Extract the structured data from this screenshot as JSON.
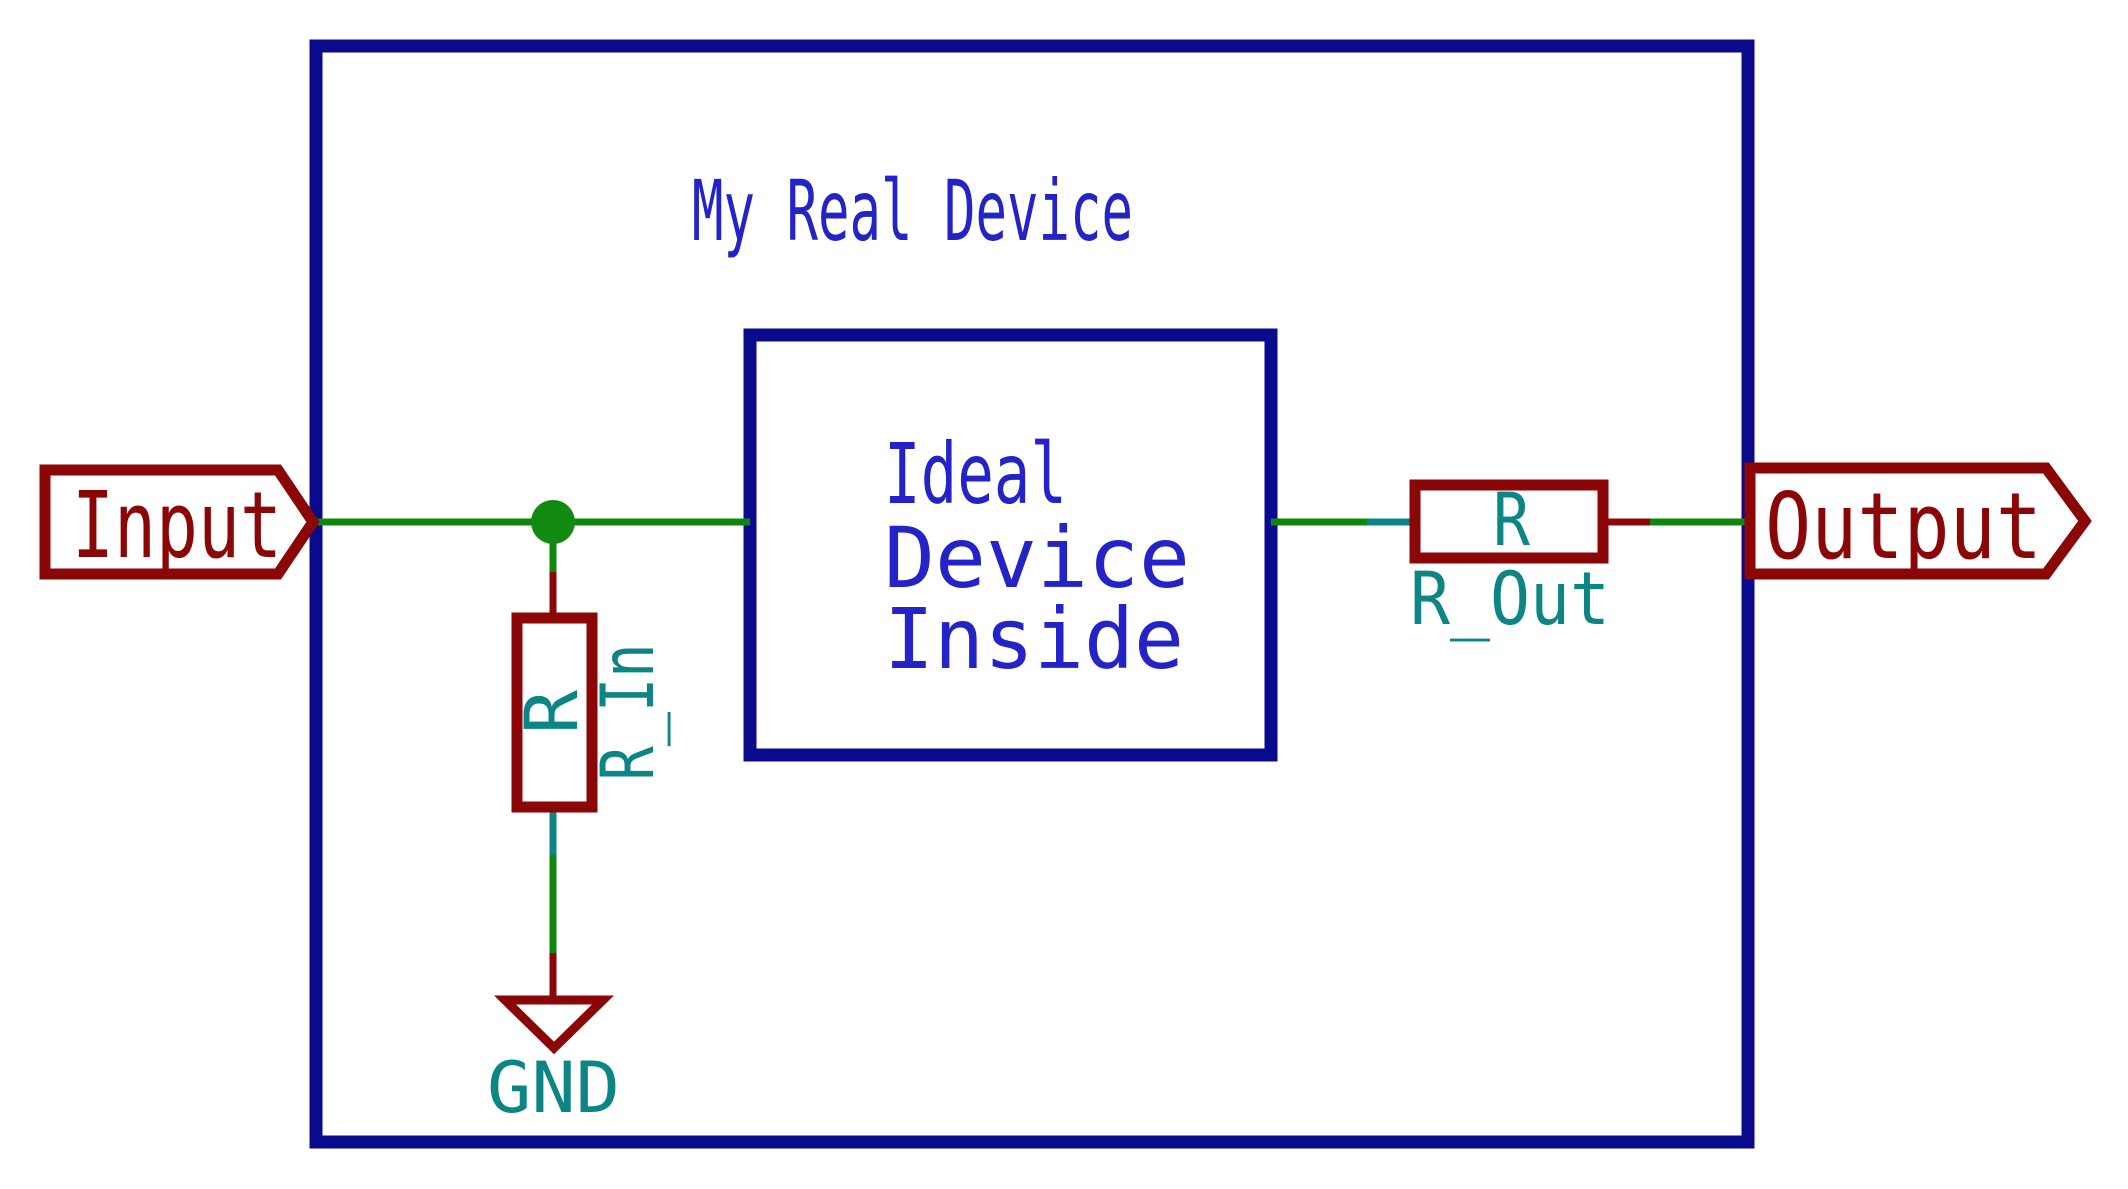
{
  "schematic": {
    "title": "My Real Device",
    "inner_device": {
      "lines": [
        "Ideal",
        "Device",
        "Inside"
      ]
    },
    "hierarchical_labels": {
      "input": "Input",
      "output": "Output"
    },
    "components": {
      "r_in": {
        "reference": "R",
        "value": "R_In"
      },
      "r_out": {
        "reference": "R",
        "value": "R_Out"
      },
      "gnd_net": "GND"
    },
    "colors": {
      "background": "#FFFFFF",
      "box_navy": "#0A0A8C",
      "note_blue": "#2323C8",
      "label_maroon": "#8B0606",
      "field_teal": "#0E8585",
      "wire_green": "#0F870F",
      "junction_green": "#128A12"
    }
  }
}
